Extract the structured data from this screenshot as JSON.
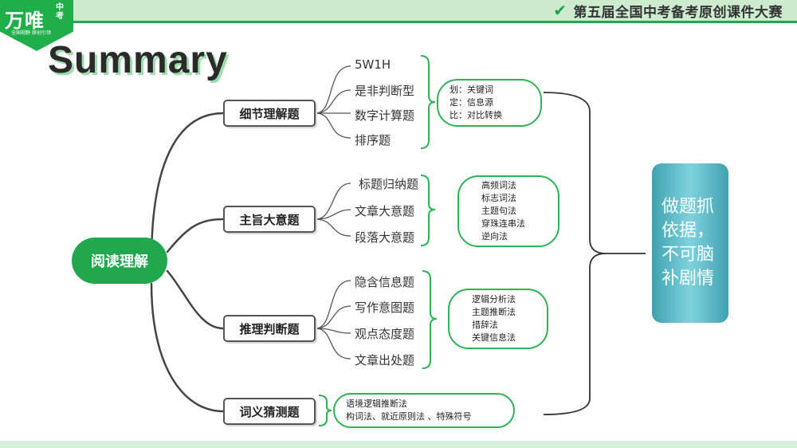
{
  "header": {
    "contest": "第五届全国中考备考原创课件大赛",
    "check_icon": "check-icon"
  },
  "logo": {
    "main": "万唯",
    "side": "中考",
    "sub": "全国视野 原创引领"
  },
  "title": "Summary",
  "root": "阅读理解",
  "categories": [
    {
      "label": "细节理解题",
      "items": [
        "5W1H",
        "是非判断型",
        "数字计算题",
        "排序题"
      ],
      "notes": [
        "划：关键词",
        "定：信息源",
        "比：对比转换"
      ]
    },
    {
      "label": "主旨大意题",
      "items": [
        "标题归纳题",
        "文章大意题",
        "段落大意题"
      ],
      "notes": [
        "高频词法",
        "标志词法",
        "主题句法",
        "穿珠连串法",
        "逆向法"
      ]
    },
    {
      "label": "推理判断题",
      "items": [
        "隐含信息题",
        "写作意图题",
        "观点态度题",
        "文章出处题"
      ],
      "notes": [
        "逻辑分析法",
        "主题推断法",
        "措辞法",
        "关键信息法"
      ]
    },
    {
      "label": "词义猜测题",
      "items": [],
      "notes": [
        "语境逻辑推断法",
        "构词法、就近原则法 、特殊符号"
      ]
    }
  ],
  "summary_box": [
    "做题抓",
    "依据，",
    "不可脑",
    "补剧情"
  ],
  "colors": {
    "accent_green": "#21a84e",
    "side_teal": "#5bbcc8",
    "top_band": "#cdeccf"
  }
}
